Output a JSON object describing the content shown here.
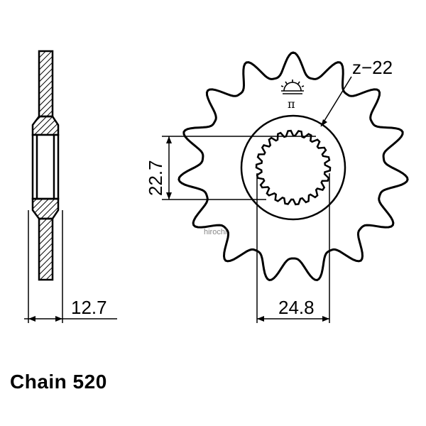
{
  "diagram": {
    "teeth_label": "z−22",
    "dim_height": "22.7",
    "dim_spline": "24.8",
    "dim_width": "12.7",
    "chain_label": "Chain 520",
    "watermark": "hirochi",
    "stamp_symbol": "π",
    "icon": "sun-logo-icon",
    "teeth_count": 15
  }
}
